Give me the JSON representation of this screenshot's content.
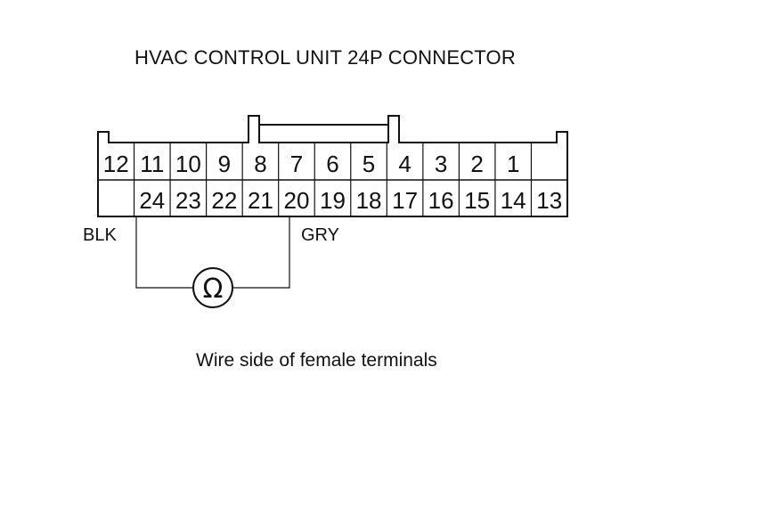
{
  "title": "HVAC CONTROL UNIT 24P CONNECTOR",
  "caption": "Wire side of female terminals",
  "connector": {
    "top_row": [
      "12",
      "11",
      "10",
      "9",
      "8",
      "7",
      "6",
      "5",
      "4",
      "3",
      "2",
      "1",
      ""
    ],
    "bottom_row": [
      "",
      "24",
      "23",
      "22",
      "21",
      "20",
      "19",
      "18",
      "17",
      "16",
      "15",
      "14",
      "13"
    ]
  },
  "wires": {
    "left_label": "BLK",
    "right_label": "GRY"
  },
  "meter_symbol": "Ω",
  "icons": {
    "meter": "ohmmeter-icon"
  }
}
